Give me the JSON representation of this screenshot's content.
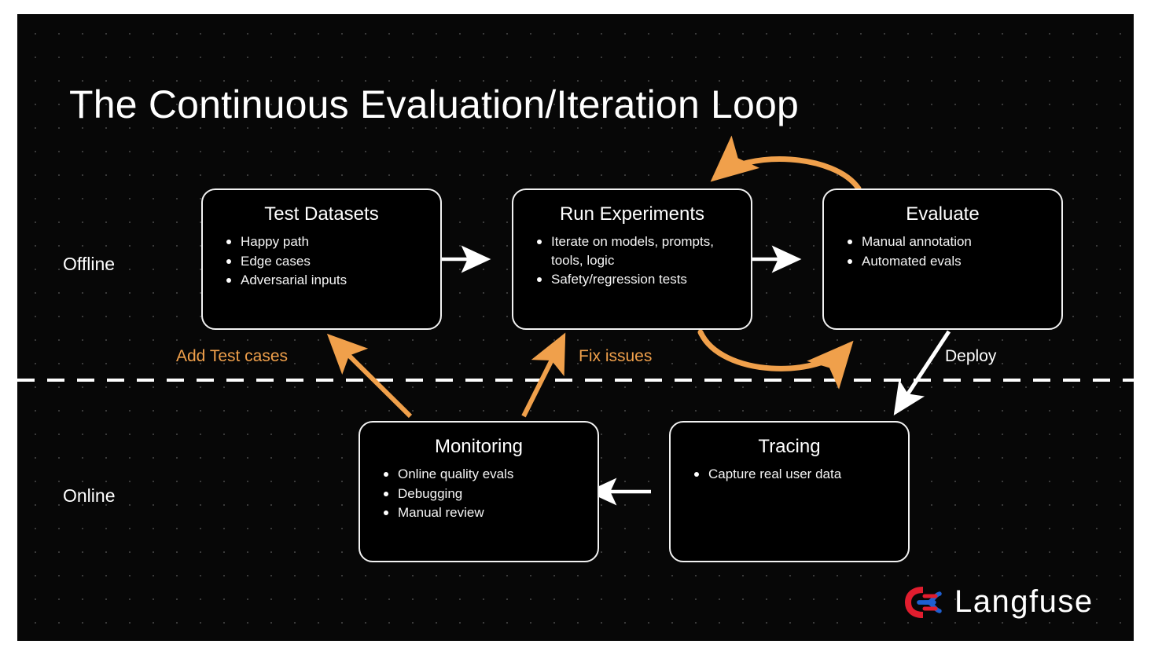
{
  "title": "The Continuous Evaluation/Iteration Loop",
  "lanes": [
    {
      "id": "offline",
      "label": "Offline"
    },
    {
      "id": "online",
      "label": "Online"
    }
  ],
  "nodes": [
    {
      "id": "test-datasets",
      "title": "Test Datasets",
      "bullets": [
        "Happy path",
        "Edge cases",
        "Adversarial inputs"
      ]
    },
    {
      "id": "run-experiments",
      "title": "Run Experiments",
      "bullets": [
        "Iterate on models, prompts, tools, logic",
        "Safety/regression tests"
      ]
    },
    {
      "id": "evaluate",
      "title": "Evaluate",
      "bullets": [
        "Manual annotation",
        "Automated evals"
      ]
    },
    {
      "id": "monitoring",
      "title": "Monitoring",
      "bullets": [
        "Online quality evals",
        "Debugging",
        "Manual review"
      ]
    },
    {
      "id": "tracing",
      "title": "Tracing",
      "bullets": [
        "Capture real user data"
      ]
    }
  ],
  "edge_labels": [
    {
      "id": "add-test-cases",
      "text": "Add Test cases",
      "color": "#f0a04b"
    },
    {
      "id": "fix-issues",
      "text": "Fix issues",
      "color": "#f0a04b"
    },
    {
      "id": "deploy",
      "text": "Deploy",
      "color": "#ffffff"
    }
  ],
  "edges": [
    {
      "from": "test-datasets",
      "to": "run-experiments",
      "color": "#ffffff",
      "style": "straight"
    },
    {
      "from": "run-experiments",
      "to": "evaluate",
      "color": "#ffffff",
      "style": "straight"
    },
    {
      "from": "evaluate",
      "to": "run-experiments",
      "color": "#f0a04b",
      "style": "arc-top"
    },
    {
      "from": "run-experiments",
      "to": "evaluate",
      "color": "#f0a04b",
      "style": "arc-bottom"
    },
    {
      "from": "evaluate",
      "to": "tracing",
      "color": "#ffffff",
      "style": "diagonal",
      "label": "Deploy"
    },
    {
      "from": "tracing",
      "to": "monitoring",
      "color": "#ffffff",
      "style": "straight"
    },
    {
      "from": "monitoring",
      "to": "test-datasets",
      "color": "#f0a04b",
      "style": "diagonal",
      "label": "Add Test cases"
    },
    {
      "from": "monitoring",
      "to": "run-experiments",
      "color": "#f0a04b",
      "style": "diagonal",
      "label": "Fix issues"
    }
  ],
  "divider": {
    "style": "dashed",
    "color": "#ffffff"
  },
  "brand": {
    "name": "Langfuse",
    "mark_colors": [
      "#e11d2e",
      "#1f5fd0"
    ]
  },
  "colors": {
    "background": "#070707",
    "page": "#ffffff",
    "accent_orange": "#f0a04b",
    "text": "#ffffff",
    "grid_dot": "#3a3a3a"
  }
}
